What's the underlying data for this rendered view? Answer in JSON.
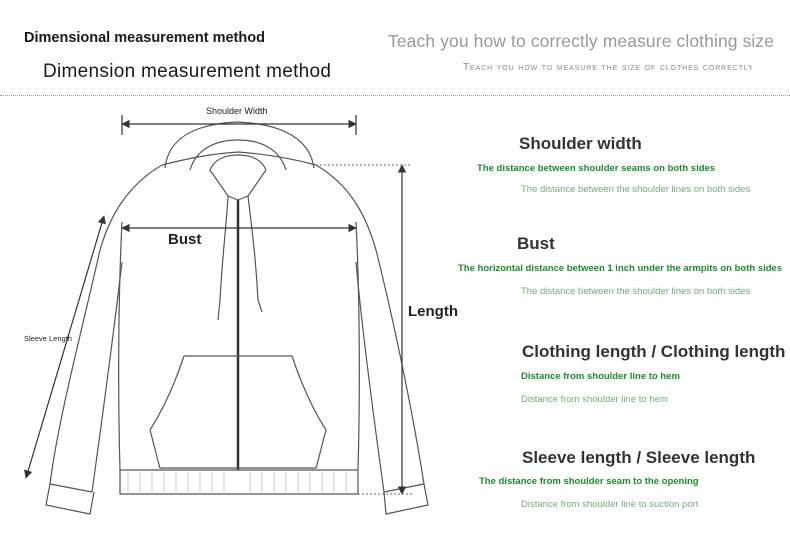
{
  "header": {
    "title_small": "Dimensional measurement method",
    "title_large": "Dimension measurement method",
    "title_right": "Teach you how to correctly measure clothing size",
    "subtitle_right": "Teach you how to measure the size of clothes correctly"
  },
  "diagram": {
    "shoulder_label": "Shoulder Width",
    "bust_label": "Bust",
    "length_label": "Length",
    "sleeve_label": "Sleeve Length"
  },
  "sections": [
    {
      "heading": "Shoulder width",
      "desc": "The distance between shoulder seams on both sides",
      "desc2": "The distance between the shoulder lines on both sides"
    },
    {
      "heading": "Bust",
      "desc": "The horizontal distance between 1 inch under the armpits on both sides",
      "desc2": "The distance between the shoulder lines on both sides"
    },
    {
      "heading": "Clothing length / Clothing length",
      "desc": "Distance from shoulder line to hem",
      "desc2": "Distance from shoulder line to hem"
    },
    {
      "heading": "Sleeve length / Sleeve length",
      "desc": "The distance from shoulder seam to the opening",
      "desc2": "Distance from shoulder line to suction port"
    }
  ],
  "colors": {
    "heading": "#333333",
    "green_dark": "#1e8a2e",
    "green_light": "#6fae7a",
    "divider": "#999999"
  }
}
